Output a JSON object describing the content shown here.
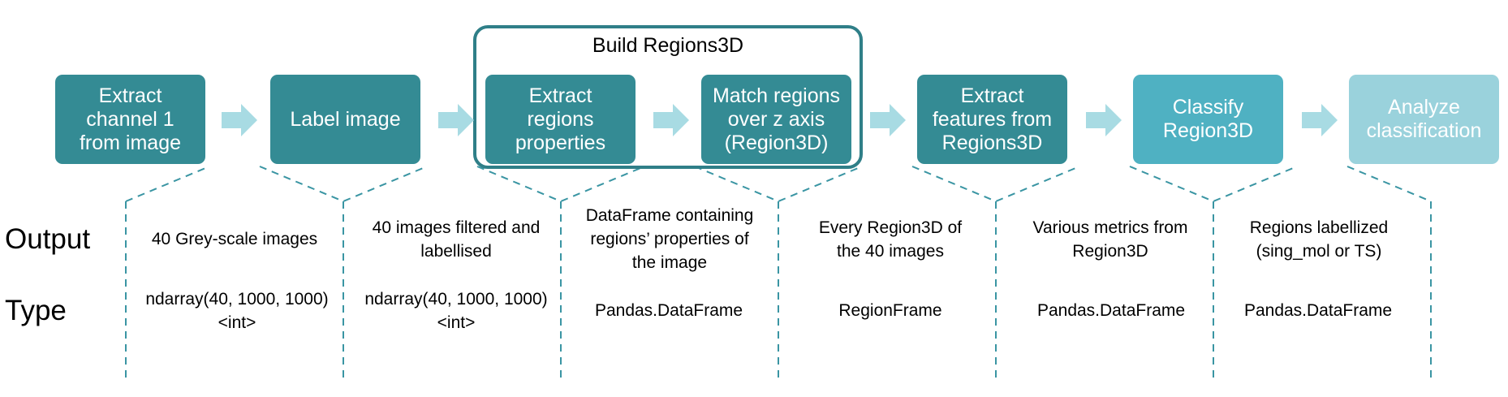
{
  "group": {
    "title": "Build Regions3D"
  },
  "steps": [
    "Extract\nchannel 1\nfrom image",
    "Label image",
    "Extract\nregions\nproperties",
    "Match regions\nover z axis\n(Region3D)",
    "Extract\nfeatures from\nRegions3D",
    "Classify\nRegion3D",
    "Analyze\nclassification"
  ],
  "colors": {
    "dark": "#348b94",
    "mid": "#4fb1c2",
    "light": "#9ad2dc",
    "arrow": "#a8dbe3",
    "dash": "#3a95a3"
  },
  "rows": {
    "output_label": "Output",
    "type_label": "Type"
  },
  "outputs": [
    "40 Grey-scale images",
    "40 images filtered and\nlabellised",
    "DataFrame containing\nregions’ properties of\nthe image",
    "Every Region3D of\nthe 40 images",
    "Various metrics from\nRegion3D",
    "Regions labellized\n(sing_mol or TS)"
  ],
  "types": [
    "ndarray(40, 1000, 1000)\n<int>",
    "ndarray(40, 1000, 1000)\n<int>",
    "Pandas.DataFrame",
    "RegionFrame",
    "Pandas.DataFrame",
    "Pandas.DataFrame"
  ]
}
